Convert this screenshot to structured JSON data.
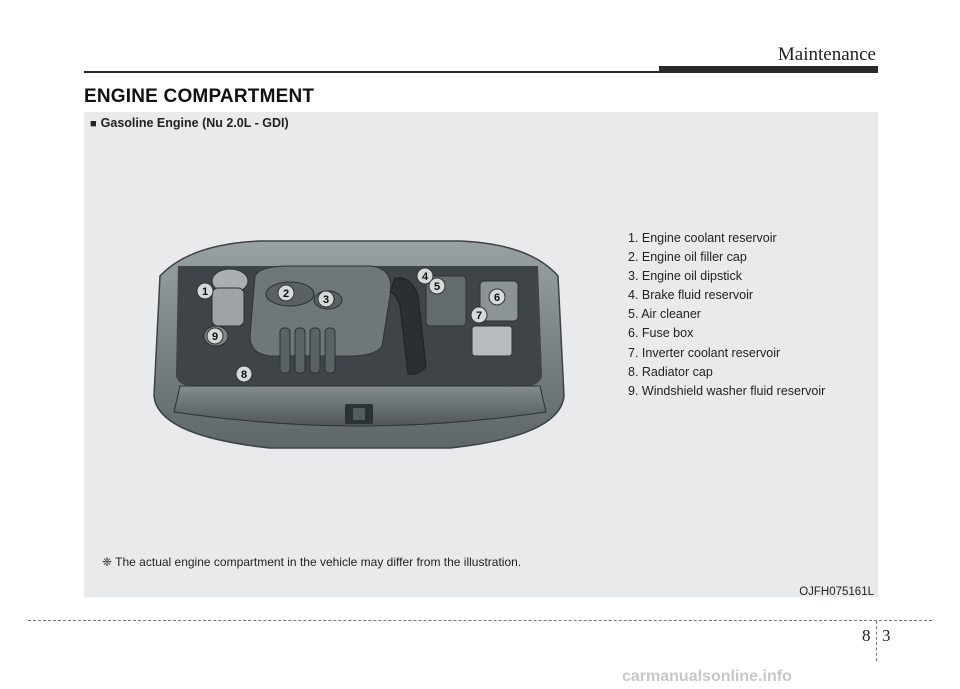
{
  "header": {
    "title": "Maintenance"
  },
  "section": {
    "title": "ENGINE COMPARTMENT"
  },
  "panel": {
    "caption_bullet": "■",
    "caption": "Gasoline Engine (Nu 2.0L - GDI)",
    "note": "❈ The actual engine compartment in the vehicle may differ from the illustration.",
    "code": "OJFH075161L",
    "legend": [
      "1. Engine coolant reservoir",
      "2. Engine oil filler cap",
      "3. Engine oil dipstick",
      "4. Brake fluid reservoir",
      "5. Air cleaner",
      "6. Fuse box",
      "7. Inverter coolant reservoir",
      "8. Radiator cap",
      "9. Windshield washer fluid reservoir"
    ],
    "callouts": [
      "1",
      "2",
      "3",
      "4",
      "5",
      "6",
      "7",
      "8",
      "9"
    ]
  },
  "footer": {
    "chapter": "8",
    "page": "3"
  },
  "watermark": "carmanualsonline.info"
}
